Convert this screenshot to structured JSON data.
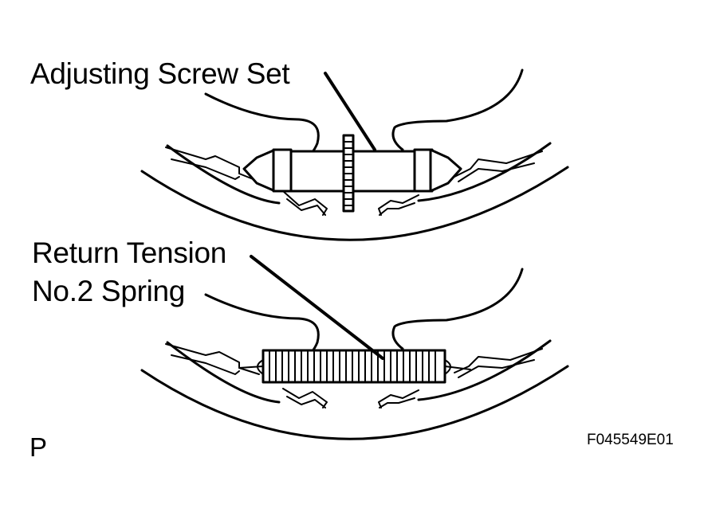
{
  "labels": {
    "adjusting_screw_set": "Adjusting Screw Set",
    "return_tension_line1": "Return Tension",
    "return_tension_line2": "No.2 Spring",
    "view_letter": "P",
    "figure_code": "F045549E01"
  },
  "colors": {
    "ink": "#000000",
    "paper": "#ffffff"
  }
}
